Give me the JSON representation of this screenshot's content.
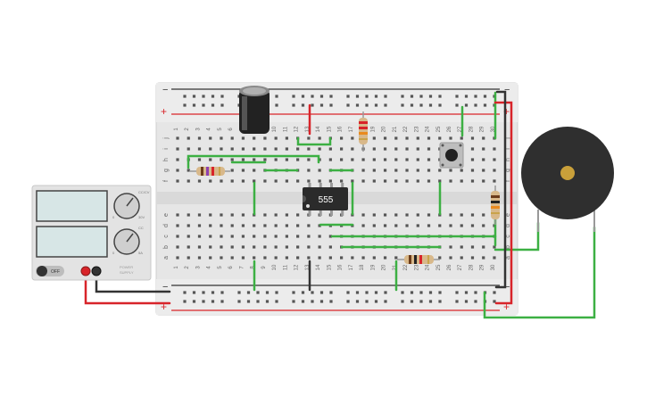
{
  "breadboard": {
    "column_numbers": [
      "1",
      "2",
      "3",
      "4",
      "5",
      "6",
      "7",
      "8",
      "9",
      "10",
      "11",
      "12",
      "13",
      "14",
      "15",
      "16",
      "17",
      "18",
      "19",
      "20",
      "21",
      "22",
      "23",
      "24",
      "25",
      "26",
      "27",
      "28",
      "29",
      "30"
    ],
    "row_letters_top": [
      "j",
      "i",
      "h",
      "g",
      "f"
    ],
    "row_letters_bottom": [
      "e",
      "d",
      "c",
      "b",
      "a"
    ],
    "rail_minus": "−",
    "rail_plus": "+"
  },
  "ic": {
    "label": "555"
  },
  "power_supply": {
    "switch_label": "OFF",
    "brand_line1": "POWER",
    "brand_line2": "SUPPLY",
    "knob_top_max": "30V",
    "knob_bottom_max": "5A",
    "knob_min": "0",
    "knob_top_corner": "CC/CV",
    "knob_bottom_corner": "CC"
  },
  "colors": {
    "wire_green": "#3cb043",
    "wire_red": "#d8242a",
    "wire_black": "#333333",
    "breadboard": "#ececec",
    "rail_red": "#d8242a"
  }
}
